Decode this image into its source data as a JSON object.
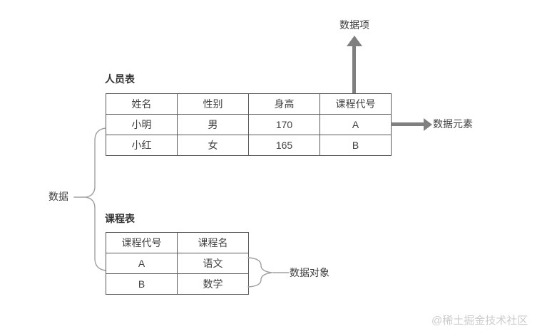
{
  "annotations": {
    "data_item_label": "数据项",
    "data_element_label": "数据元素",
    "data_label": "数据",
    "data_object_label": "数据对象"
  },
  "person_table": {
    "title": "人员表",
    "headers": [
      "姓名",
      "性别",
      "身高",
      "课程代号"
    ],
    "rows": [
      [
        "小明",
        "男",
        "170",
        "A"
      ],
      [
        "小红",
        "女",
        "165",
        "B"
      ]
    ]
  },
  "course_table": {
    "title": "课程表",
    "headers": [
      "课程代号",
      "课程名"
    ],
    "rows": [
      [
        "A",
        "语文"
      ],
      [
        "B",
        "数学"
      ]
    ]
  },
  "colors": {
    "table_border": "#595959",
    "text": "#3f3f3f",
    "arrow": "#7f7f7f",
    "brace": "#a0a0a0",
    "watermark": "#cccccc"
  },
  "watermark": "@稀土掘金技术社区"
}
